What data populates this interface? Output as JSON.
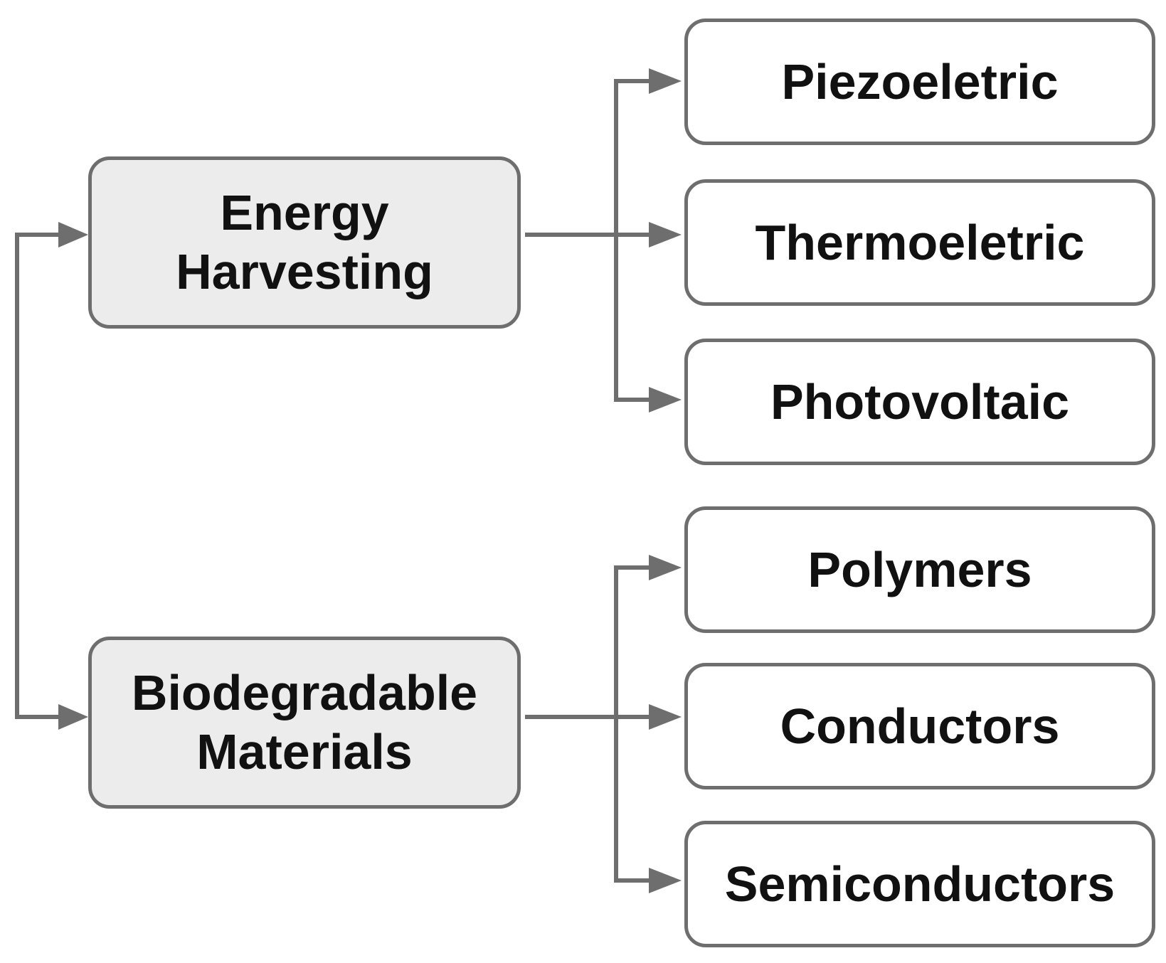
{
  "diagram": {
    "colors": {
      "stroke": "#6e6e6e",
      "category_fill": "#ececec",
      "leaf_fill": "#ffffff",
      "text": "#111111"
    },
    "categories": [
      {
        "id": "energy",
        "line1": "Energy",
        "line2": "Harvesting",
        "children": [
          "Piezoeletric",
          "Thermoeletric",
          "Photovoltaic"
        ]
      },
      {
        "id": "materials",
        "line1": "Biodegradable",
        "line2": "Materials",
        "children": [
          "Polymers",
          "Conductors",
          "Semiconductors"
        ]
      }
    ]
  }
}
